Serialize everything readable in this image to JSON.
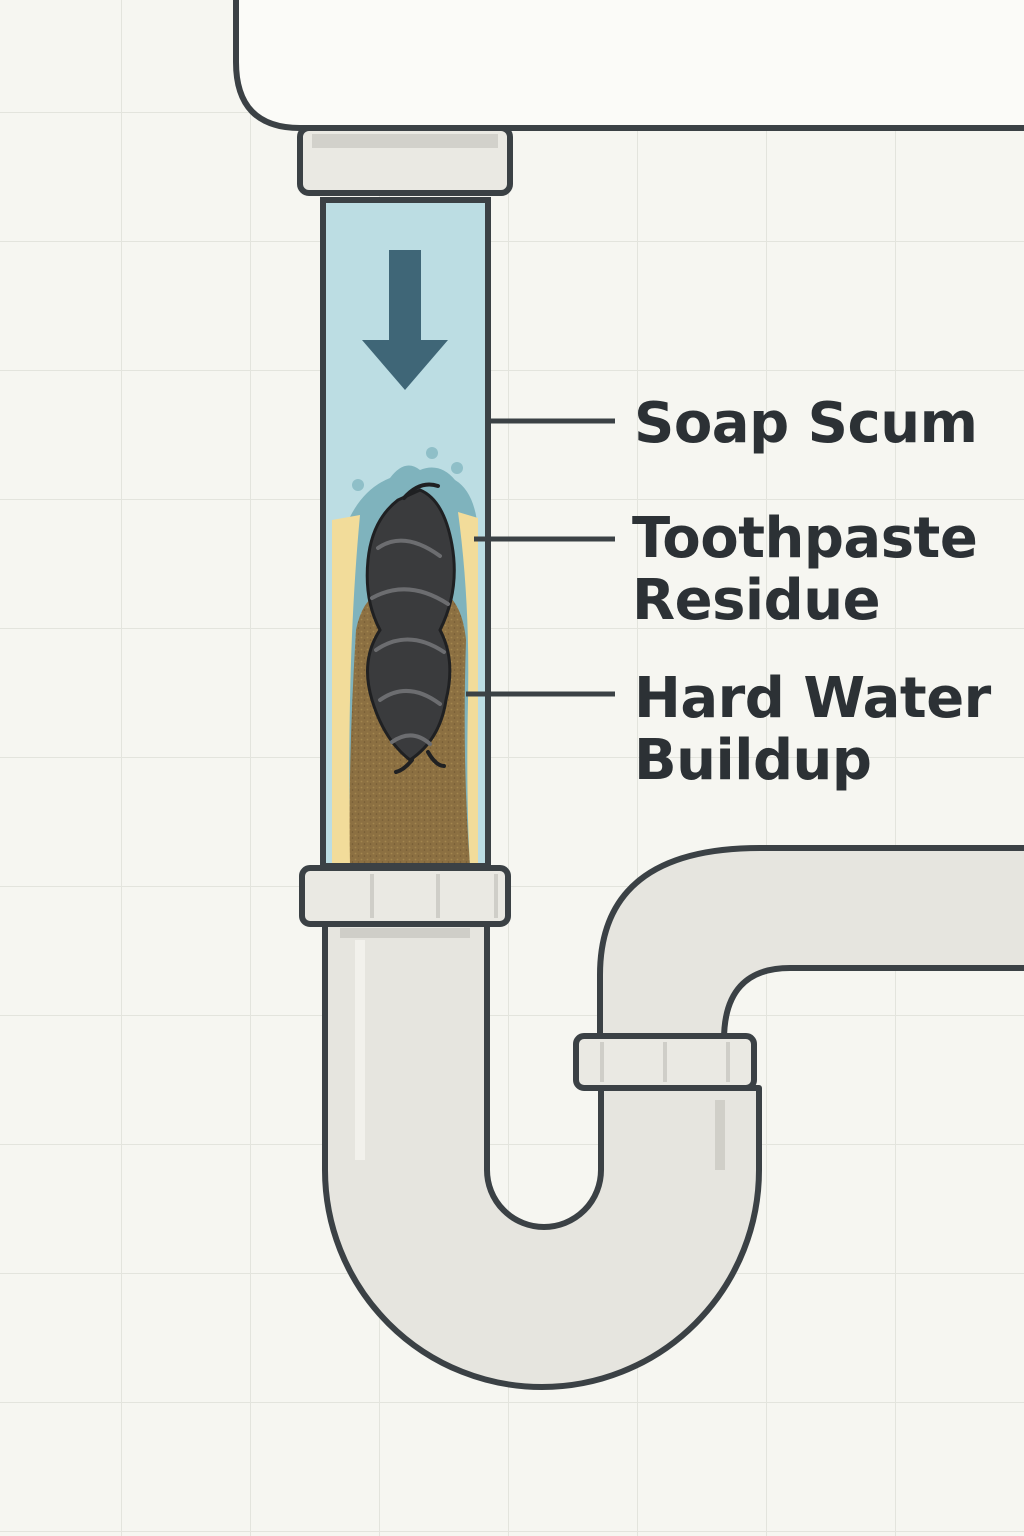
{
  "labels": {
    "soap_scum": "Soap Scum",
    "toothpaste_line1": "Toothpaste",
    "toothpaste_line2": "Residue",
    "hard_water_line1": "Hard Water",
    "hard_water_line2": "Buildup"
  },
  "icons": {
    "flow": "arrow-down-icon",
    "clog": "hair-clog-icon"
  },
  "colors": {
    "background": "#f6f6f1",
    "grid": "#e3e4dd",
    "outline": "#3b4145",
    "pipe": "#e6e5df",
    "water": "#bcdde3",
    "arrow": "#3f6677",
    "soap_scum": "#7fb3bd",
    "toothpaste": "#f2dc9a",
    "hard_water": "#8c7042",
    "hair": "#3a3b3d",
    "text": "#2c3135"
  }
}
